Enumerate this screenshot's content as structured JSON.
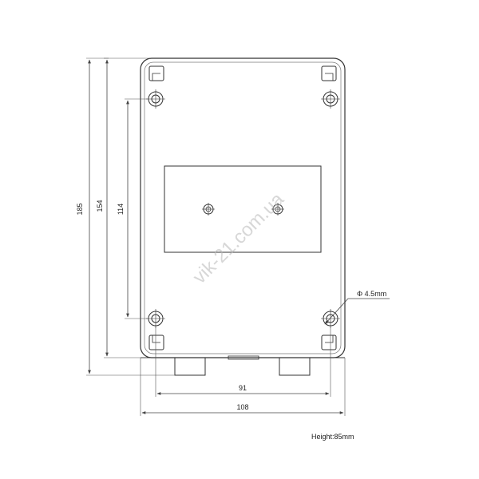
{
  "drawing": {
    "dimensions": {
      "overall_height": "185",
      "mounting_height": "154",
      "inner_height": "114",
      "mounting_width": "91",
      "overall_width": "108",
      "hole_diameter": "Φ 4.5mm"
    },
    "height_note": "Height:85mm",
    "watermark": "vik-21.com.ua"
  },
  "colors": {
    "outline": "#333333",
    "dimension_line": "#444444",
    "text": "#222222",
    "watermark": "#b8b8b8"
  }
}
